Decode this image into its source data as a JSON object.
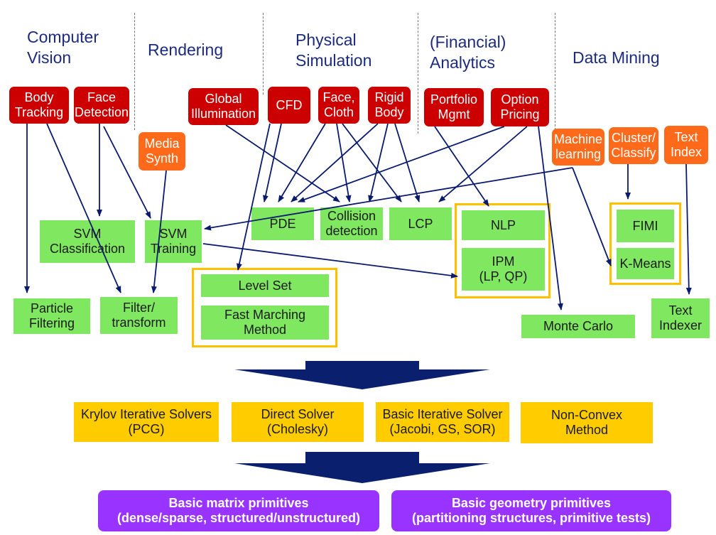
{
  "categories": {
    "computer_vision": "Computer\nVision",
    "rendering": "Rendering",
    "physical_simulation": "Physical\nSimulation",
    "financial_analytics": "(Financial)\nAnalytics",
    "data_mining": "Data Mining"
  },
  "applications": {
    "body_tracking": "Body\nTracking",
    "face_detection": "Face\nDetection",
    "media_synth": "Media\nSynth",
    "global_illumination": "Global\nIllumination",
    "cfd": "CFD",
    "face_cloth": "Face,\nCloth",
    "rigid_body": "Rigid\nBody",
    "portfolio_mgmt": "Portfolio\nMgmt",
    "option_pricing": "Option\nPricing",
    "machine_learning": "Machine\nlearning",
    "cluster_classify": "Cluster/\nClassify",
    "text_index": "Text\nIndex"
  },
  "kernels": {
    "svm_classification": "SVM\nClassification",
    "svm_training": "SVM\nTraining",
    "particle_filtering": "Particle\nFiltering",
    "filter_transform": "Filter/\ntransform",
    "pde": "PDE",
    "collision_detection": "Collision\ndetection",
    "lcp": "LCP",
    "level_set": "Level Set",
    "fast_marching": "Fast Marching\nMethod",
    "nlp": "NLP",
    "ipm": "IPM\n(LP, QP)",
    "monte_carlo": "Monte Carlo",
    "fimi": "FIMI",
    "k_means": "K-Means",
    "text_indexer": "Text\nIndexer"
  },
  "solvers": {
    "krylov": "Krylov Iterative Solvers\n(PCG)",
    "direct": "Direct Solver\n(Cholesky)",
    "basic_iterative": "Basic Iterative Solver\n(Jacobi, GS, SOR)",
    "non_convex": "Non-Convex\nMethod"
  },
  "primitives": {
    "matrix": "Basic matrix primitives\n(dense/sparse, structured/unstructured)",
    "geometry": "Basic geometry primitives\n(partitioning structures, primitive tests)"
  },
  "colors": {
    "application_red": "#cc0000",
    "application_orange": "#ff6a1a",
    "kernel_green": "#80e860",
    "solver_yellow": "#ffcc00",
    "primitive_purple": "#9933ff",
    "group_frame": "#ffc000",
    "heading_navy": "#1c2a80",
    "arrow_navy": "#0a1a6e"
  }
}
